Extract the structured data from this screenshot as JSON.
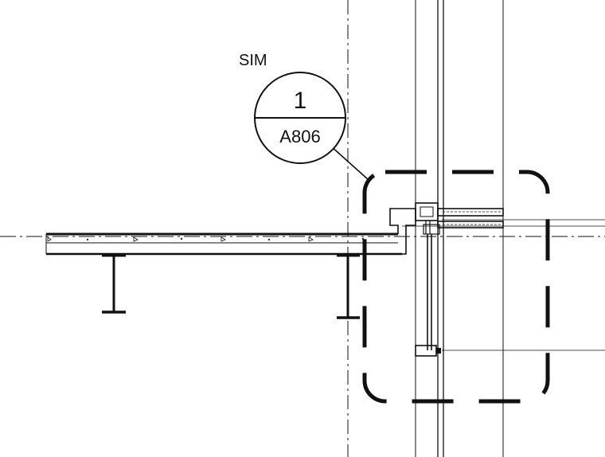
{
  "callout": {
    "prefix": "SIM",
    "detail_number": "1",
    "sheet_number": "A806"
  },
  "colors": {
    "line": "#111111",
    "background": "#ffffff"
  }
}
